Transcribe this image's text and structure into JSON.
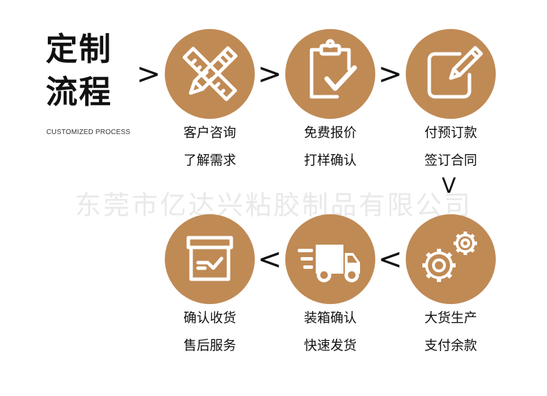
{
  "title_line1": "定制",
  "title_line2": "流程",
  "subtitle": "CUSTOMIZED PROCESS",
  "watermark": "东莞市亿达兴粘胶制品有限公司",
  "accent_color": "#c08a55",
  "arrows": {
    "right": ">",
    "left": "<",
    "down": "V"
  },
  "steps": [
    {
      "icon": "ruler-pencil-icon",
      "line1": "客户咨询",
      "line2": "了解需求"
    },
    {
      "icon": "clipboard-check-icon",
      "line1": "免费报价",
      "line2": "打样确认"
    },
    {
      "icon": "edit-document-icon",
      "line1": "付预订款",
      "line2": "签订合同"
    },
    {
      "icon": "gears-icon",
      "line1": "大货生产",
      "line2": "支付余款"
    },
    {
      "icon": "delivery-truck-icon",
      "line1": "装箱确认",
      "line2": "快速发货"
    },
    {
      "icon": "package-box-icon",
      "line1": "确认收货",
      "line2": "售后服务"
    }
  ]
}
